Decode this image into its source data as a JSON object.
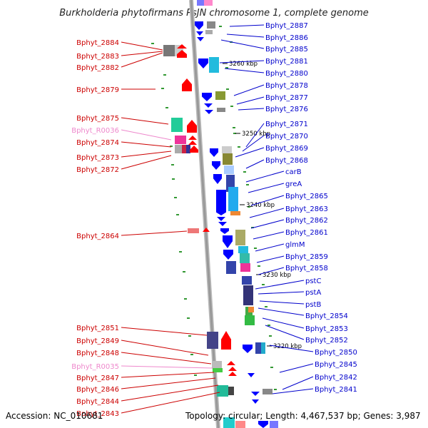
{
  "title": "Burkholderia phytofirmans PsJN chromosome 1, complete genome",
  "footer": {
    "accession": "Accession: NC_010681",
    "topology": "Topology: circular; Length: 4,467,537 bp; Genes: 3,987"
  },
  "colors": {
    "left_label": "#cc0000",
    "left_rna_label": "#ee88cc",
    "right_label": "#0000cc",
    "backbone": "#999999",
    "forward_gene": "#0000ff",
    "reverse_gene": "#ff0000"
  },
  "kbp_markers": [
    "3260 kbp",
    "3250 kbp",
    "3240 kbp",
    "3230 kbp",
    "3220 kbp"
  ],
  "left_labels": [
    {
      "text": "Bphyt_2884",
      "rna": false
    },
    {
      "text": "Bphyt_2883",
      "rna": false
    },
    {
      "text": "Bphyt_2882",
      "rna": false
    },
    {
      "text": "Bphyt_2879",
      "rna": false
    },
    {
      "text": "Bphyt_2875",
      "rna": false
    },
    {
      "text": "Bphyt_R0036",
      "rna": true
    },
    {
      "text": "Bphyt_2874",
      "rna": false
    },
    {
      "text": "Bphyt_2873",
      "rna": false
    },
    {
      "text": "Bphyt_2872",
      "rna": false
    },
    {
      "text": "Bphyt_2864",
      "rna": false
    },
    {
      "text": "Bphyt_2851",
      "rna": false
    },
    {
      "text": "Bphyt_2849",
      "rna": false
    },
    {
      "text": "Bphyt_2848",
      "rna": false
    },
    {
      "text": "Bphyt_R0035",
      "rna": true
    },
    {
      "text": "Bphyt_2847",
      "rna": false
    },
    {
      "text": "Bphyt_2846",
      "rna": false
    },
    {
      "text": "Bphyt_2844",
      "rna": false
    },
    {
      "text": "Bphyt_2843",
      "rna": false
    }
  ],
  "right_labels": [
    "Bphyt_2887",
    "Bphyt_2886",
    "Bphyt_2885",
    "Bphyt_2881",
    "Bphyt_2880",
    "Bphyt_2878",
    "Bphyt_2877",
    "Bphyt_2876",
    "Bphyt_2871",
    "Bphyt_2870",
    "Bphyt_2869",
    "Bphyt_2868",
    "carB",
    "greA",
    "Bphyt_2865",
    "Bphyt_2863",
    "Bphyt_2862",
    "Bphyt_2861",
    "glmM",
    "Bphyt_2859",
    "Bphyt_2858",
    "pstC",
    "pstA",
    "pstB",
    "Bphyt_2854",
    "Bphyt_2853",
    "Bphyt_2852",
    "Bphyt_2850",
    "Bphyt_2845",
    "Bphyt_2842",
    "Bphyt_2841"
  ]
}
